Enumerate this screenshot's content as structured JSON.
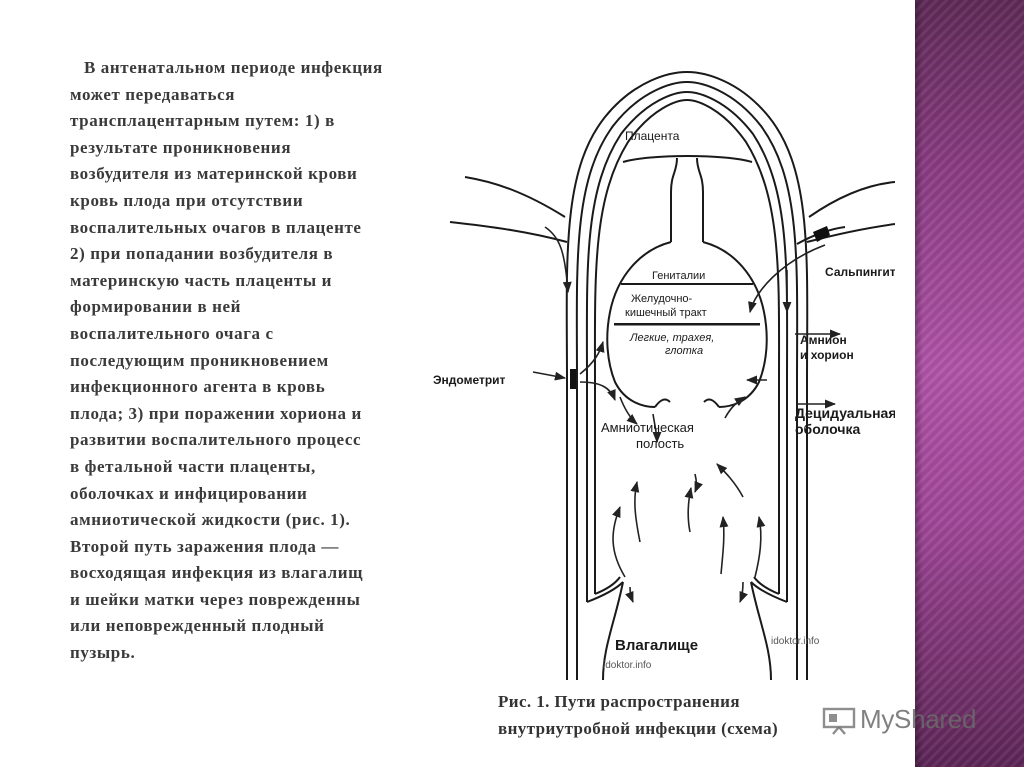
{
  "text_lines": [
    "В антенатальном периоде инфекция",
    "может передаваться",
    "трансплацентарным путем: 1) в",
    "результате проникновения",
    "возбудителя из материнской крови",
    "кровь плода при отсутствии",
    "воспалительных очагов в плаценте",
    "2) при попадании возбудителя в",
    "материнскую часть плаценты и",
    "формировании в ней",
    "воспалительного очага с",
    "последующим проникновением",
    "инфекционного агента в кровь",
    "плода; 3) при поражении хориона и",
    "развитии воспалительного процесс",
    "в фетальной части плаценты,",
    "оболочках и инфицировании",
    "амниотической жидкости (рис. 1).",
    "Второй путь заражения плода —",
    "восходящая инфекция из влагалищ",
    "и шейки матки через поврежденны",
    "или неповрежденный плодный",
    "пузырь."
  ],
  "diagram": {
    "label_placenta": "Плацента",
    "label_genitals": "Гениталии",
    "label_gi_1": "Желудочно-",
    "label_gi_2": "кишечный тракт",
    "label_lungs_1": "Легкие, трахея,",
    "label_lungs_2": "глотка",
    "label_endometritis": "Эндометрит",
    "label_salpingitis": "Сальпингит",
    "label_amnion_1": "Амнион",
    "label_amnion_2": "и хорион",
    "label_decidua_1": "Децидуальная",
    "label_decidua_2": "оболочка",
    "label_cavity_1": "Амниотическая",
    "label_cavity_2": "полость",
    "label_vagina": "Влагалище",
    "watermark_1": "idoktor.info",
    "watermark_2": "idoktor.info"
  },
  "caption": {
    "line1": "Рис. 1. Пути распространения",
    "line2": "внутриутробной инфекции (схема)"
  },
  "logo": {
    "text": "MyShared"
  }
}
